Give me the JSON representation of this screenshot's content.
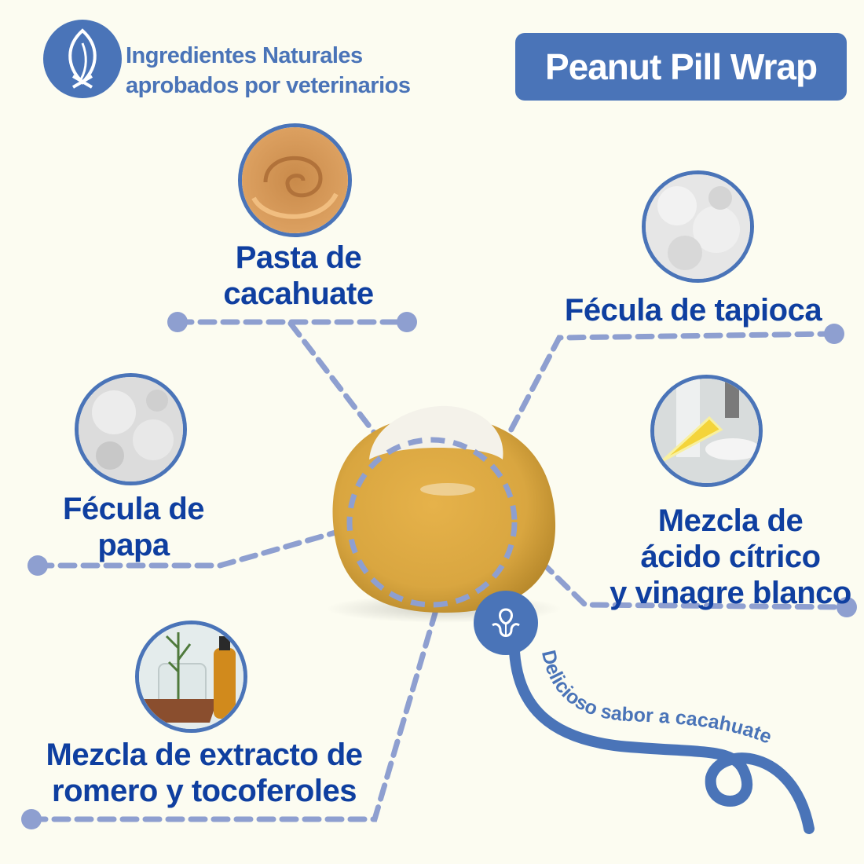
{
  "header": {
    "icon": "leaf-icon",
    "tagline_line1": "Ingredientes Naturales",
    "tagline_line2": "aprobados por veterinarios",
    "product_name": "Peanut Pill Wrap"
  },
  "ingredients": [
    {
      "id": "peanut-butter",
      "line1": "Pasta de",
      "line2": "cacahuate",
      "image": "peanut-butter-photo"
    },
    {
      "id": "tapioca-starch",
      "line1": "Fécula de tapioca",
      "image": "tapioca-starch-photo"
    },
    {
      "id": "potato-starch",
      "line1": "Fécula de",
      "line2": "papa",
      "image": "potato-starch-photo"
    },
    {
      "id": "citric-vinegar",
      "line1": "Mezcla de",
      "line2": "ácido cítrico",
      "line3": "y vinagre blanco",
      "image": "lemon-vinegar-photo"
    },
    {
      "id": "rosemary-tocopherols",
      "line1": "Mezcla de extracto de",
      "line2": "romero y tocoferoles",
      "image": "rosemary-oil-photo"
    }
  ],
  "flavor": {
    "icon": "tongue-taste-icon",
    "text": "Delicioso sabor a cacahuate"
  },
  "colors": {
    "background": "#fcfcf1",
    "accent": "#4a74b8",
    "label_text": "#0f3fa0",
    "connector": "#8e9fd0",
    "pill": "#d9a640"
  }
}
